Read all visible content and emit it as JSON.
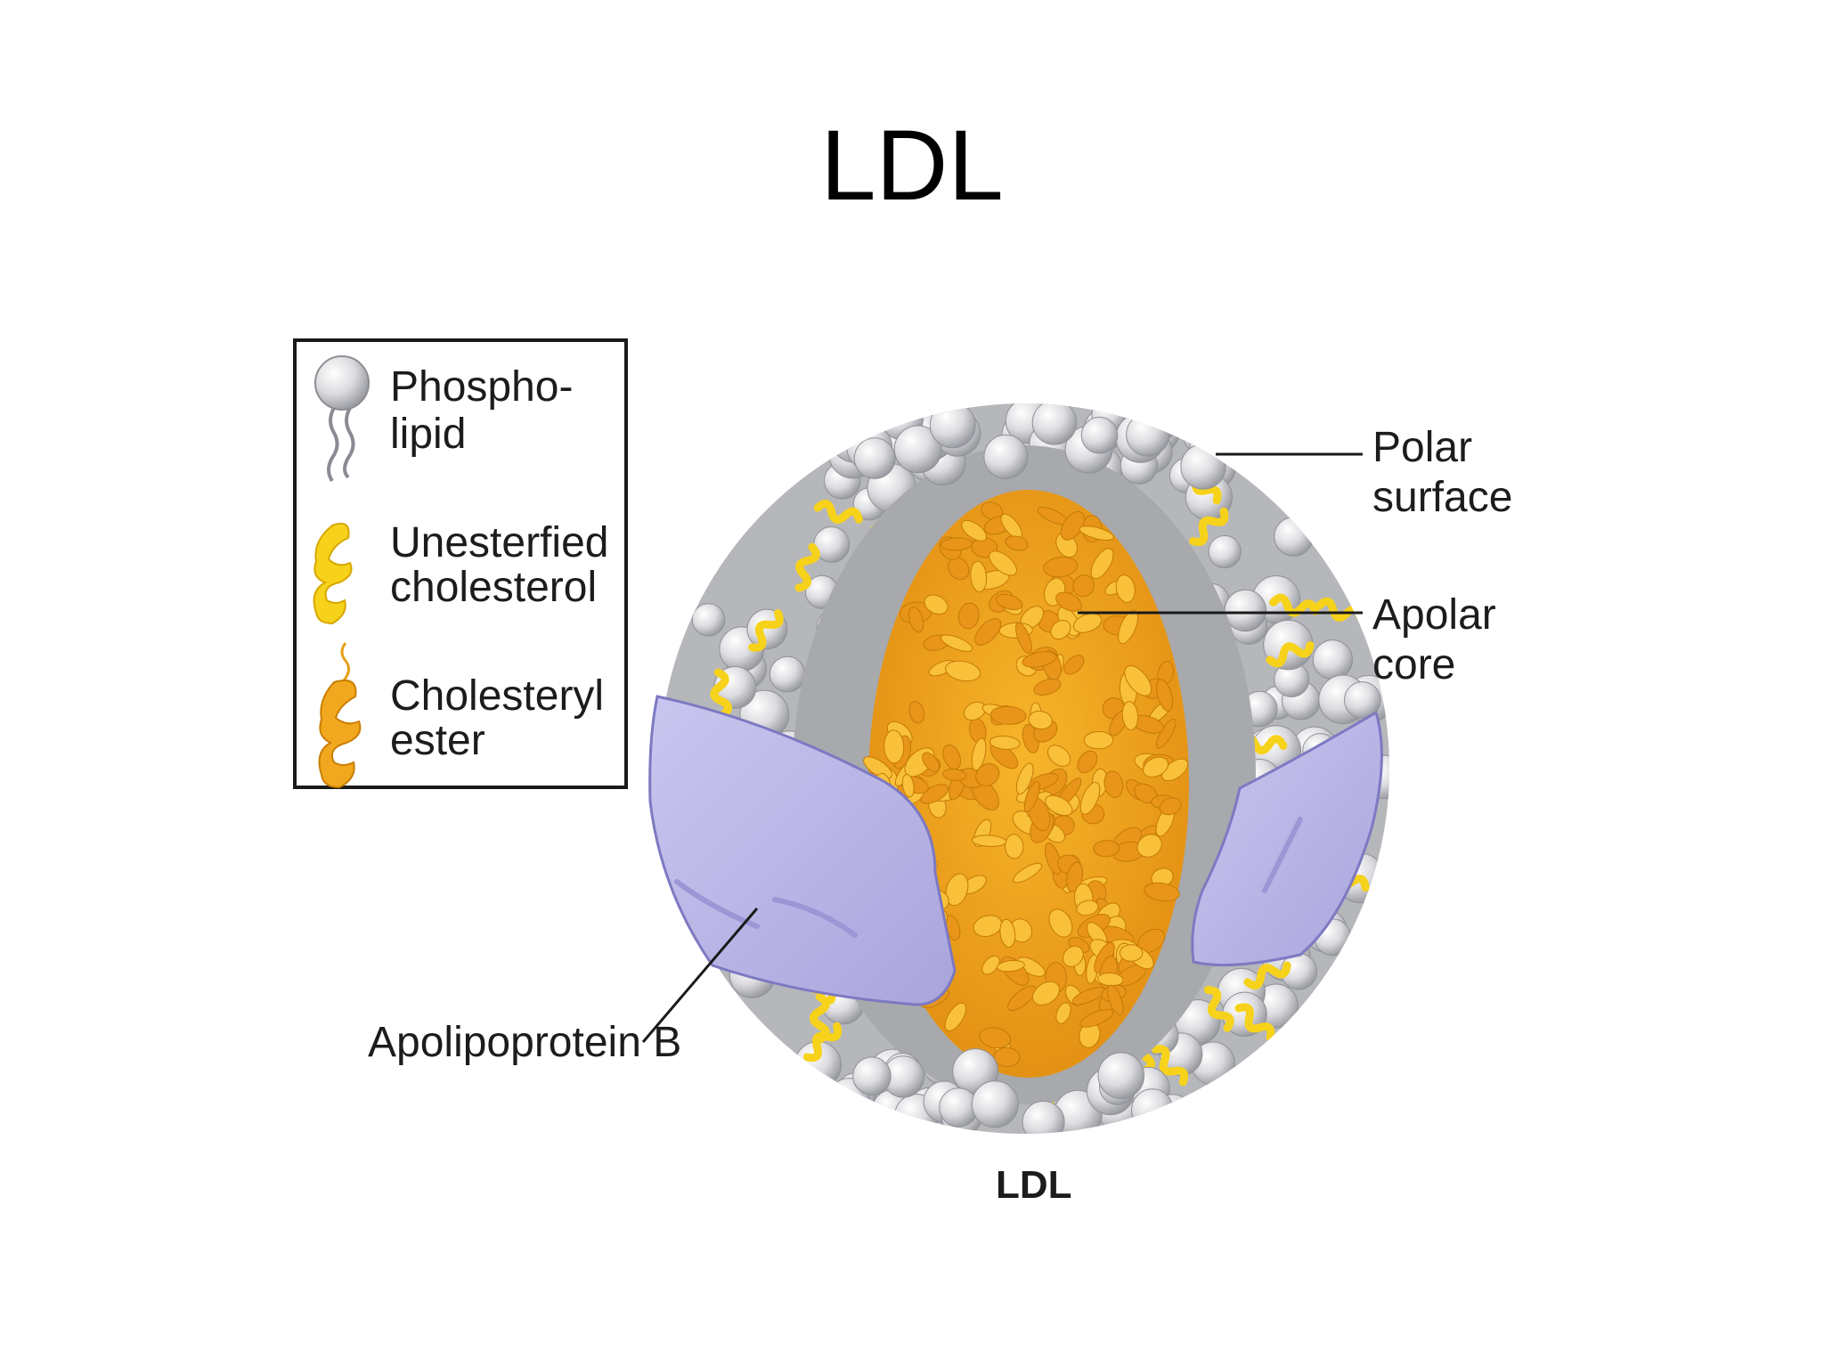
{
  "slide": {
    "title": "LDL"
  },
  "legend": {
    "items": [
      {
        "line1": "Phospho-",
        "line2": "lipid",
        "icon": "phospholipid-icon"
      },
      {
        "line1": "Unesterfied",
        "line2": "cholesterol",
        "icon": "cholesterol-icon"
      },
      {
        "line1": "Cholesteryl",
        "line2": "ester",
        "icon": "cholesteryl-ester-icon"
      }
    ]
  },
  "labels": {
    "polar_surface_1": "Polar",
    "polar_surface_2": "surface",
    "apolar_core_1": "Apolar",
    "apolar_core_2": "core",
    "apolipoprotein": "Apolipoprotein B",
    "particle_caption": "LDL"
  },
  "colors": {
    "phospholipid": "#d9d9dc",
    "cholesterol": "#f7d21a",
    "cholesteryl_ester": "#f2a81e",
    "apolipoprotein_b": "#b9b6e6",
    "surface_gray": "#a7a9ad"
  }
}
